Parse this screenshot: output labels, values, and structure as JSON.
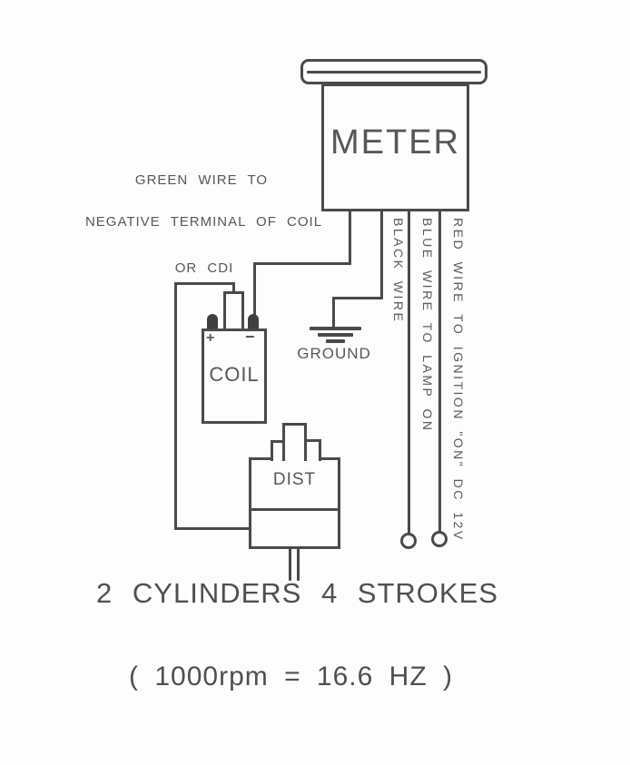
{
  "meter": {
    "label": "METER"
  },
  "notes": {
    "line1": "GREEN WIRE TO",
    "line2": "NEGATIVE TERMINAL OF COIL",
    "line3": "OR CDI"
  },
  "coil": {
    "label": "COIL",
    "plus": "+",
    "minus": "−"
  },
  "distributor": {
    "label": "DIST"
  },
  "ground": {
    "label": "GROUND"
  },
  "wires": {
    "black": {
      "label": "BLACK WIRE"
    },
    "blue": {
      "label": "BLUE WIRE TO LAMP ON"
    },
    "red": {
      "label": "RED WIRE TO IGNITION \"ON\" DC 12V"
    }
  },
  "captions": {
    "line1": "2 CYLINDERS 4 STROKES",
    "line2": "( 1000rpm = 16.6 HZ )"
  },
  "colors": {
    "line": "#4a4a4a",
    "text": "#575757",
    "background": "#fdfdfd"
  }
}
